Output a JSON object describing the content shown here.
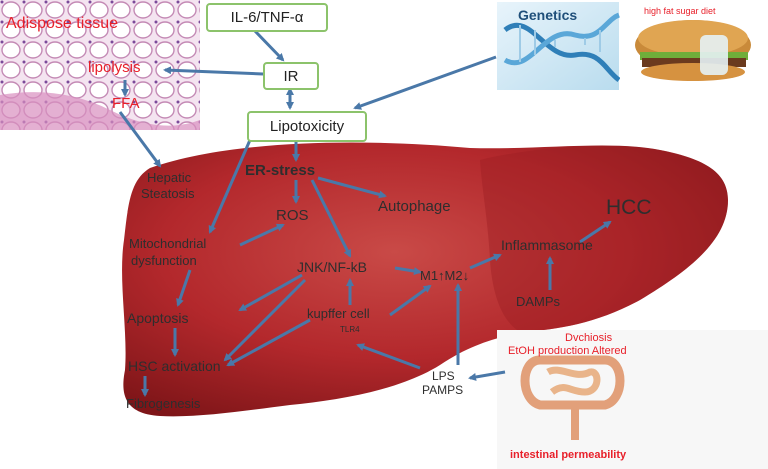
{
  "labels": {
    "adipose": "Adispose tissue",
    "lipolysis": "lipolysis",
    "ffa": "FFA",
    "il6": "IL-6/TNF-α",
    "ir": "IR",
    "lipotoxicity": "Lipotoxicity",
    "genetics": "Genetics",
    "hfd": "high fat sugar diet",
    "hepatic": "Hepatic",
    "steatosis": "Steatosis",
    "er_stress": "ER-stress",
    "ros": "ROS",
    "autophage": "Autophage",
    "hcc": "HCC",
    "mito1": "Mitochondrial",
    "mito2": "dysfunction",
    "jnk": "JNK/NF-kB",
    "m1m2": "M1↑M2↓",
    "inflammasome": "Inflammasome",
    "apoptosis": "Apoptosis",
    "kupffer": "kupffer cell",
    "tlr4": "TLR4",
    "damps": "DAMPs",
    "hsc": "HSC activation",
    "fibrogenesis": "Fibrogenesis",
    "lps": "LPS",
    "pamps": "PAMPS",
    "dysbiosis": "Dvchiosis",
    "etoh": "EtOH production  Altered",
    "permeability": "intestinal permeability"
  },
  "colors": {
    "arrow": "#4a78a8",
    "box_border": "#8cc36b",
    "liver": "#b3282c",
    "highlight_red": "#e8202a"
  }
}
